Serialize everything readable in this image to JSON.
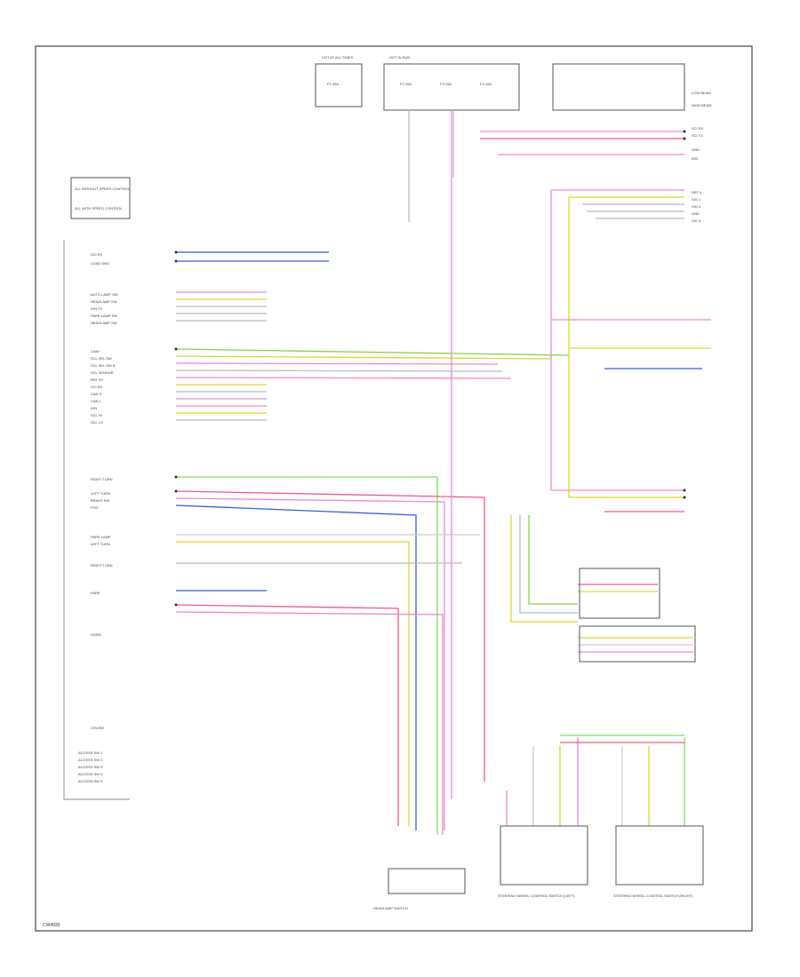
{
  "footer_code": "CW4930",
  "top_fuse_boxes": [
    {
      "id": "hot-run-1",
      "title": "HOT AT ALL TIMES",
      "fuse": "F1 20A"
    },
    {
      "id": "hot-run-2",
      "title": "HOT IN RUN",
      "fuse": "F2 10A"
    },
    {
      "id": "hot-run-3",
      "title": "HOT IN START",
      "fuse": "F3 15A"
    },
    {
      "id": "hot-run-4",
      "title": "HOT IN RUN",
      "fuse": "F4 10A"
    }
  ],
  "left_notes": [
    "ALL WITHOUT SPEED CONTROL",
    "ALL WITH SPEED CONTROL"
  ],
  "left_pins": [
    "SCI RX",
    "LOAD GND",
    "AUTO LAMP SW",
    "HEADLAMP SW",
    "IGN ST",
    "PARK LAMP SW",
    "HEADLAMP SW",
    "CAN+",
    "SCL SEL SW",
    "SCL SEL SW B",
    "SCL SENSOR",
    "REF 5V",
    "SCI RX",
    "CAN H",
    "CAN L",
    "IGN",
    "SCL HI",
    "SCL LO",
    "RIGHT TURN",
    "LEFT TURN",
    "BRAKE SW",
    "FOG",
    "PARK LAMP",
    "LEFT TURN",
    "RIGHT TURN",
    "PARK",
    "HORN",
    "CRUISE",
    "ACCESS SW 1",
    "ACCESS SW 2",
    "ACCESS SW 3",
    "ACCESS SW 4",
    "ACCESS SW 5"
  ],
  "right_pins": [
    "LOW BEAM",
    "HIGH BEAM",
    "SCI RX",
    "SCI TX",
    "GND",
    "IGN",
    "REF 5",
    "SIG 1",
    "SIG 2",
    "GND",
    "SIG 3"
  ],
  "lower_connectors": [
    "HEADLAMP SWITCH",
    "STEERING WHEEL CONTROL SWITCH (LEFT)",
    "STEERING WHEEL CONTROL SWITCH (RIGHT)"
  ]
}
